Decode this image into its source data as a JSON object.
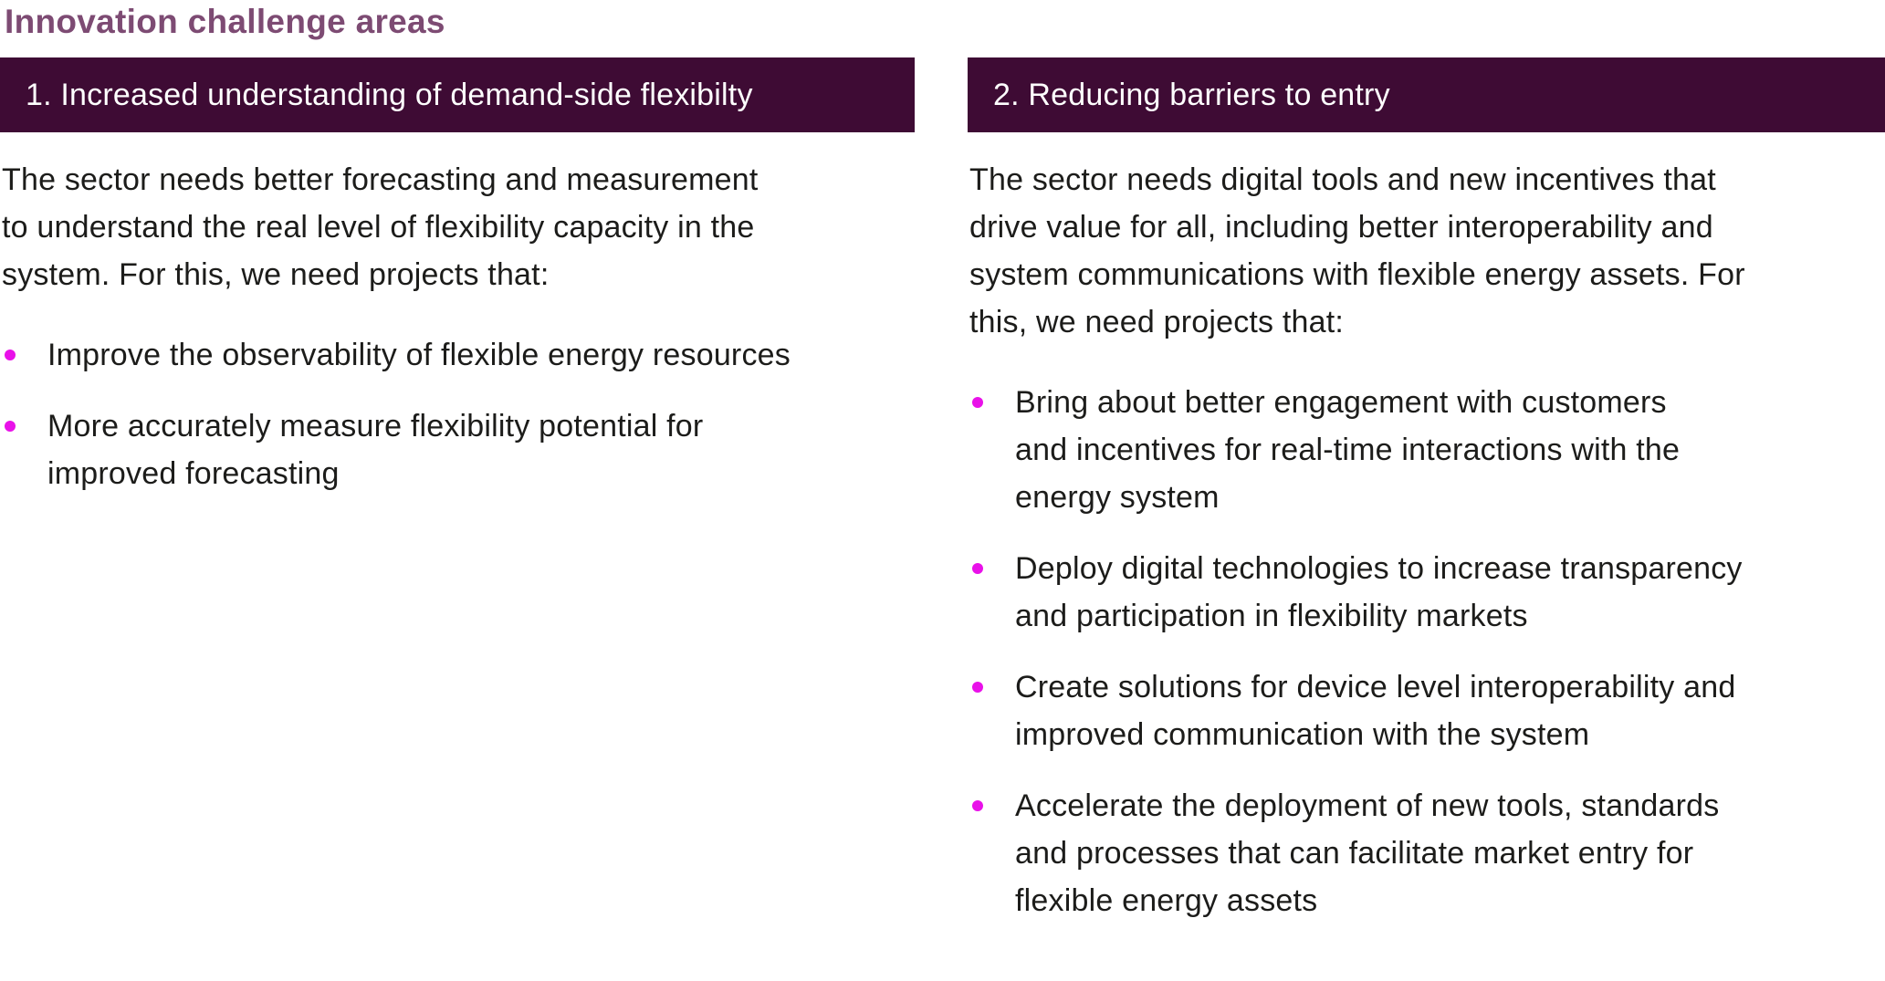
{
  "page": {
    "title": "Innovation challenge areas",
    "colors": {
      "title_text": "#7d4b73",
      "header_bar_bg": "#3e0b34",
      "header_bar_text": "#ffffff",
      "body_text": "#1c1c1a",
      "bullet_dot": "#e911e9",
      "background": "#ffffff"
    }
  },
  "columns": [
    {
      "header": "1. Increased understanding of demand-side flexibilty",
      "paragraph": "The sector needs better forecasting and measurement\nto understand the real level of flexibility capacity in the\nsystem. For this, we need projects that:",
      "bullets": [
        "Improve the observability of flexible energy resources",
        "More accurately measure flexibility potential for\nimproved forecasting"
      ]
    },
    {
      "header": "2. Reducing barriers to entry",
      "paragraph": "The sector needs digital tools and new incentives that\ndrive value for all, including better interoperability and\nsystem communications with flexible energy assets. For\nthis, we need projects that:",
      "bullets": [
        "Bring about better engagement with customers\nand incentives for real-time interactions with the\nenergy system",
        "Deploy digital technologies to increase transparency\nand participation in flexibility markets",
        "Create solutions for device level interoperability and\nimproved communication with the system",
        "Accelerate the deployment of new tools, standards\nand processes that can facilitate market entry for\nflexible energy assets"
      ]
    }
  ]
}
